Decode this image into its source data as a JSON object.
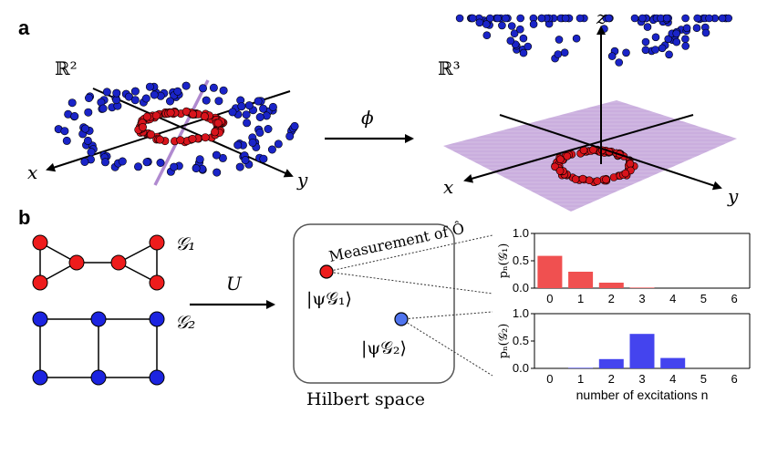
{
  "panel_a": {
    "label": "a",
    "left_space": "ℝ²",
    "right_space": "ℝ³",
    "map_label": "ϕ",
    "axis_x": "x",
    "axis_y": "y",
    "axis_z": "z",
    "colors": {
      "outer": "#1a24c8",
      "inner": "#d8141c",
      "plane": "#b08ad0"
    }
  },
  "panel_b": {
    "label": "b",
    "graph1_label": "𝒢₁",
    "graph2_label": "𝒢₂",
    "unitary_label": "U",
    "measurement_label": "Measurement of Ô",
    "state1_label": "|ψ𝒢₁⟩",
    "state2_label": "|ψ𝒢₂⟩",
    "hilbert_label": "Hilbert space",
    "colors": {
      "graph1": "#ee1c1c",
      "graph2": "#1c24e0"
    }
  },
  "chart_data": [
    {
      "type": "bar",
      "categories": [
        "0",
        "1",
        "2",
        "3",
        "4",
        "5",
        "6"
      ],
      "values": [
        0.59,
        0.3,
        0.1,
        0.01,
        0.0,
        0.0,
        0.0
      ],
      "ylabel": "pₙ(𝒢₁)",
      "ylim": [
        0,
        1.0
      ],
      "yticks": [
        "0.0",
        "0.5",
        "1.0"
      ],
      "color": "#f05050"
    },
    {
      "type": "bar",
      "categories": [
        "0",
        "1",
        "2",
        "3",
        "4",
        "5",
        "6"
      ],
      "values": [
        0.0,
        0.01,
        0.17,
        0.63,
        0.19,
        0.0,
        0.0
      ],
      "ylabel": "pₙ(𝒢₂)",
      "xlabel": "number of excitations n",
      "ylim": [
        0,
        1.0
      ],
      "yticks": [
        "0.0",
        "0.5",
        "1.0"
      ],
      "color": "#4444ee"
    }
  ]
}
